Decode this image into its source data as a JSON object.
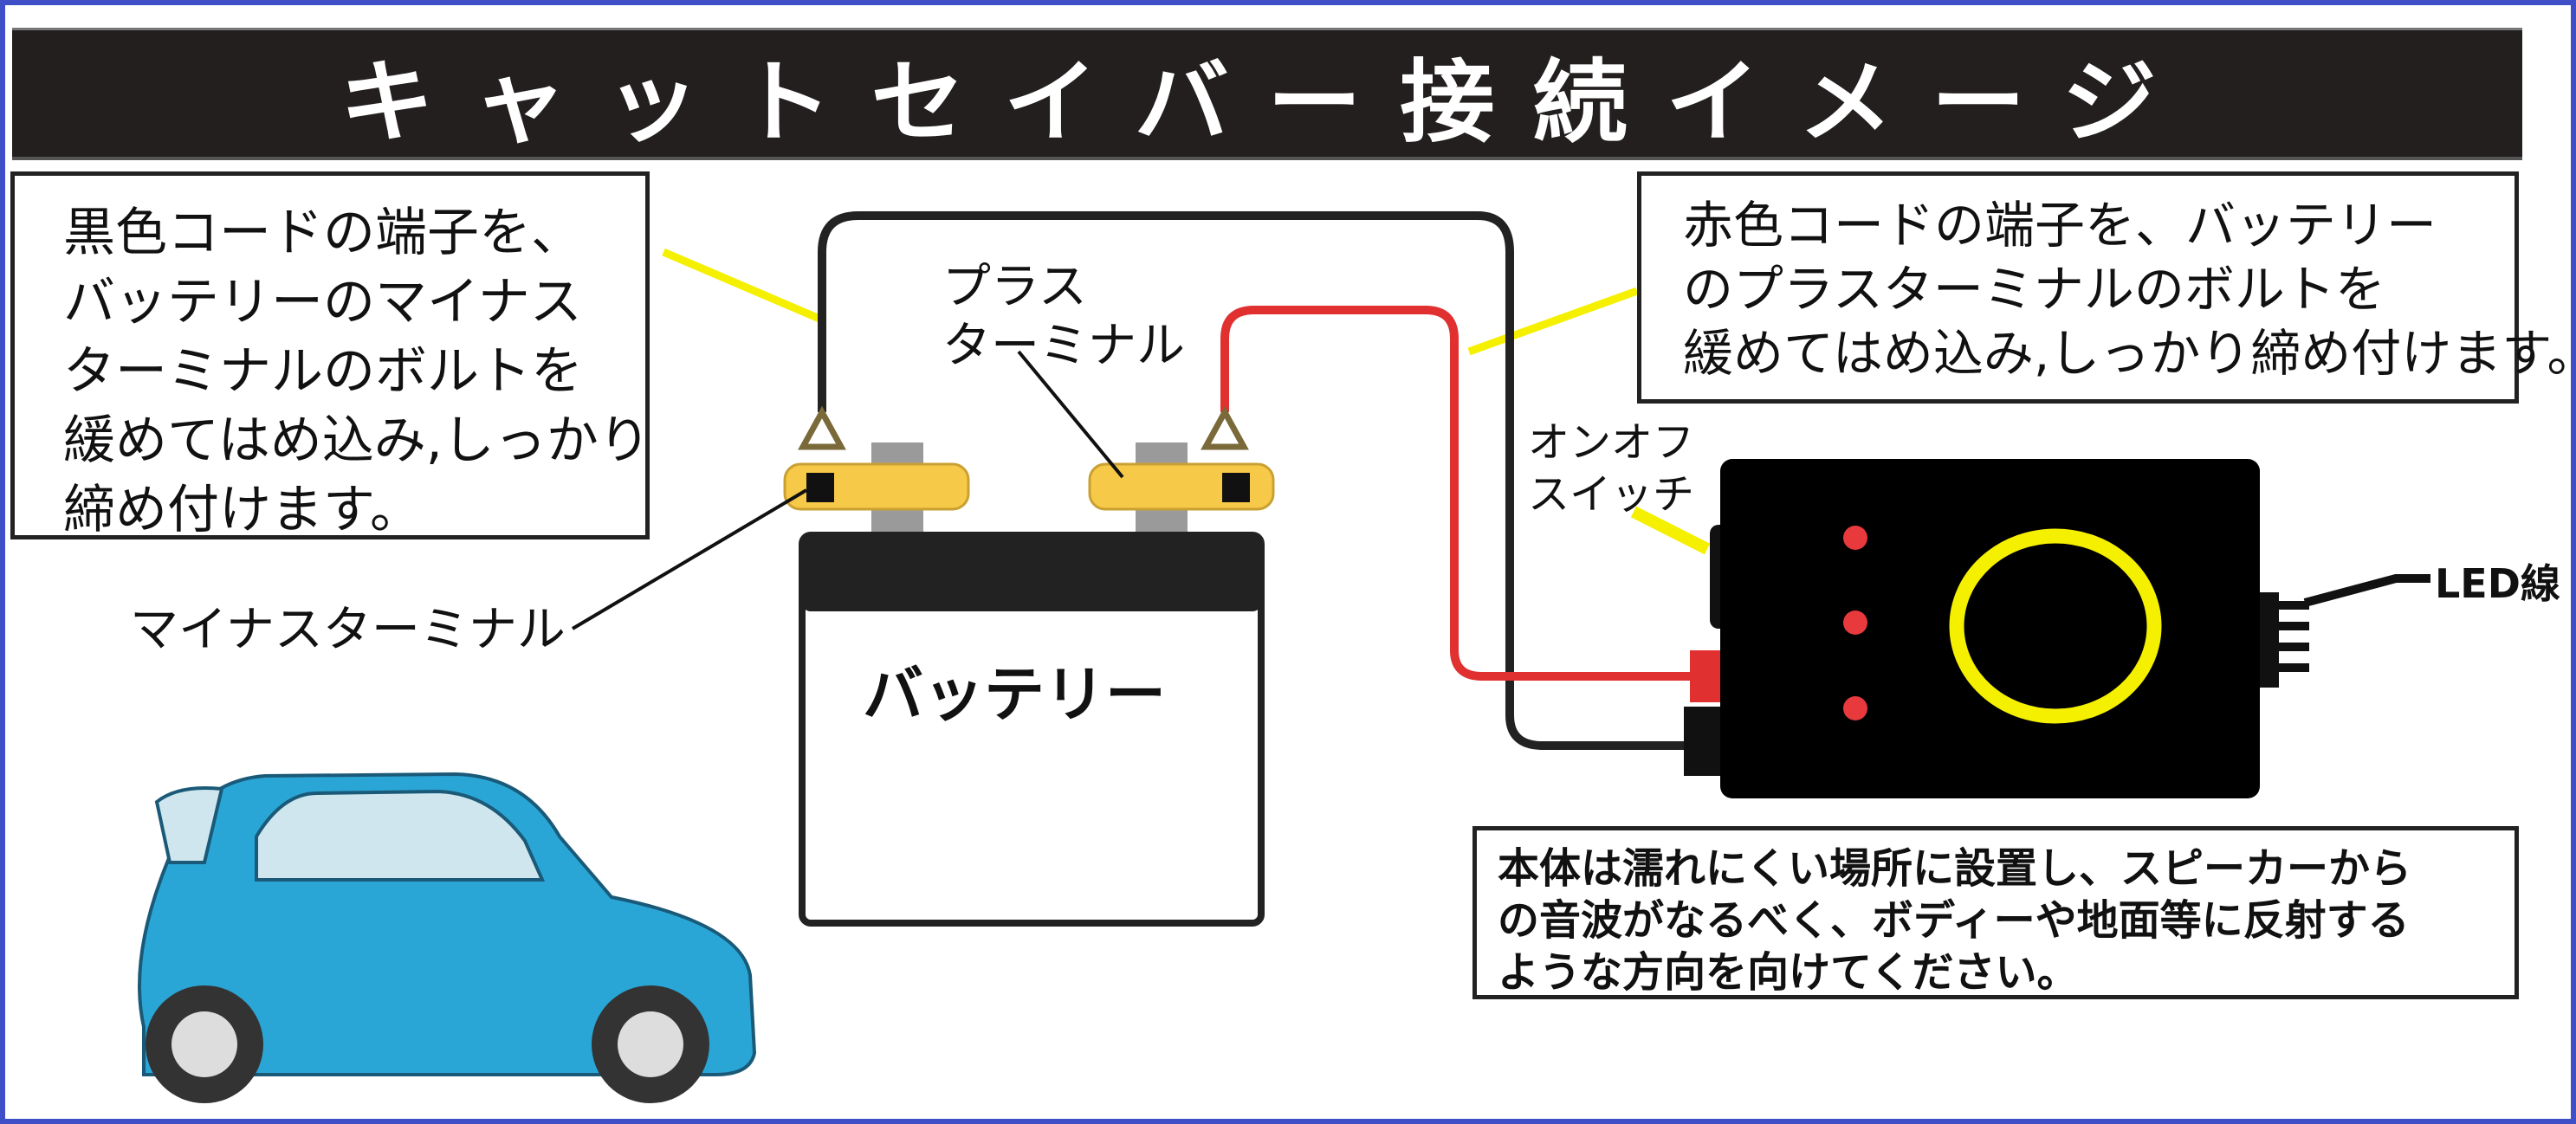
{
  "title": "キャットセイバー接続イメージ",
  "left_instruction": [
    "黒色コードの端子を、",
    "バッテリーのマイナス",
    "ターミナルのボルトを",
    "緩めてはめ込み,しっかり",
    "締め付けます。"
  ],
  "right_instruction": [
    "赤色コードの端子を、バッテリー",
    "のプラスターミナルのボルトを",
    "緩めてはめ込み,しっかり締め付けます。"
  ],
  "plus_terminal_label": [
    "プラス",
    "ターミナル"
  ],
  "minus_terminal_label": "マイナスターミナル",
  "battery_label": "バッテリー",
  "switch_label": [
    "オンオフ",
    "スイッチ"
  ],
  "led_wire_label": "LED線",
  "placement_note": [
    "本体は濡れにくい場所に設置し、スピーカーから",
    "の音波がなるべく、ボディーや地面等に反射する",
    "ような方向を向けてください。"
  ],
  "colors": {
    "title_bg": "#231f1f",
    "frame": "#3f4fc8",
    "leader": "#f5f000",
    "red_wire": "#e03030",
    "terminal": "#f7c948",
    "car": "#2aa6d6",
    "device": "#000000"
  }
}
